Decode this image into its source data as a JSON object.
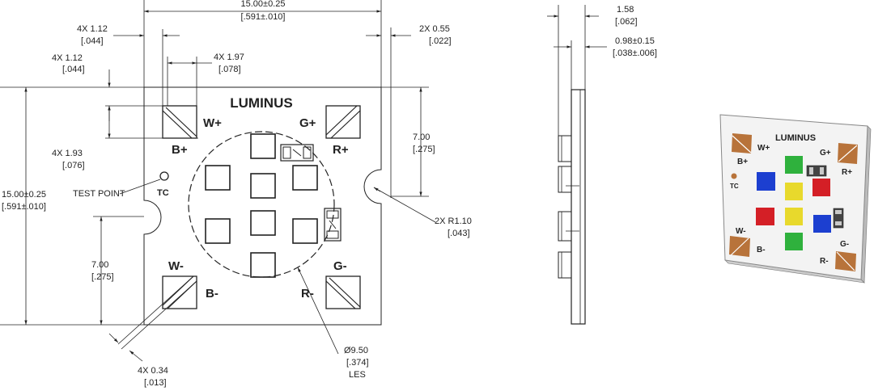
{
  "brand": "LUMINUS",
  "front_view": {
    "pads": {
      "w_plus": "W+",
      "b_plus": "B+",
      "g_plus": "G+",
      "r_plus": "R+",
      "w_minus": "W-",
      "b_minus": "B-",
      "g_minus": "G-",
      "r_minus": "R-"
    },
    "tc_label": "TC",
    "test_point_label": "TEST POINT",
    "dimensions": {
      "width_top_l1": "15.00±0.25",
      "width_top_l2": "[.591±.010]",
      "pad_offset_x_l1": "4X 1.12",
      "pad_offset_x_l2": "[.044]",
      "pad_offset_y_l1": "4X 1.12",
      "pad_offset_y_l2": "[.044]",
      "pad_width_l1": "4X 1.97",
      "pad_width_l2": "[.078]",
      "pad_height_l1": "4X 1.93",
      "pad_height_l2": "[.076]",
      "notch_depth_l1": "2X 0.55",
      "notch_depth_l2": "[.022]",
      "notch_pos_r_l1": "7.00",
      "notch_pos_r_l2": "[.275]",
      "notch_radius_l1": "2X R1.10",
      "notch_radius_l2": "[.043]",
      "height_l1": "15.00±0.25",
      "height_l2": "[.591±.010]",
      "notch_pos_l_l1": "7.00",
      "notch_pos_l_l2": "[.275]",
      "pad_gap_l1": "4X 0.34",
      "pad_gap_l2": "[.013]",
      "les_l1": "Ø9.50",
      "les_l2": "[.374]",
      "les_l3": "LES"
    }
  },
  "side_view": {
    "total_l1": "1.58",
    "total_l2": "[.062]",
    "board_l1": "0.98±0.15",
    "board_l2": "[.038±.006]"
  },
  "iso_view": {
    "brand": "LUMINUS",
    "pads": {
      "w_plus": "W+",
      "b_plus": "B+",
      "g_plus": "G+",
      "r_plus": "R+",
      "w_minus": "W-",
      "b_minus": "B-",
      "g_minus": "G-",
      "r_minus": "R-"
    },
    "tc_label": "TC",
    "colors": {
      "pad": "#b8733a",
      "red": "#d41f26",
      "green": "#2fb13d",
      "blue": "#1c3fd0",
      "yellow": "#e8d92c"
    }
  }
}
